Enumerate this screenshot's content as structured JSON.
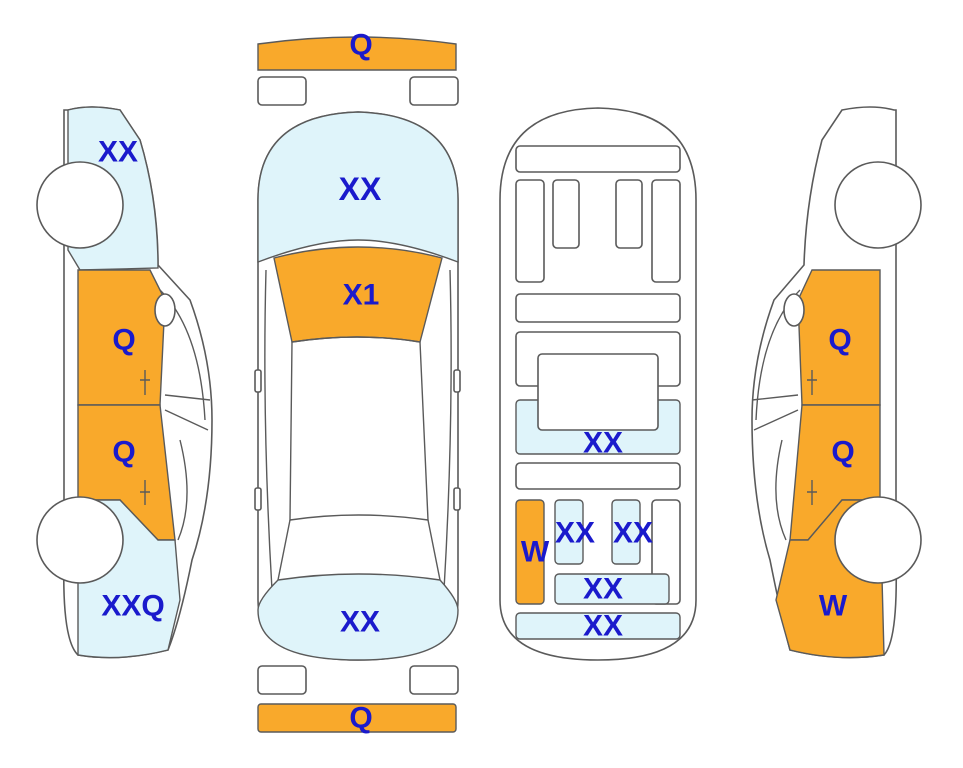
{
  "colors": {
    "damage_major": "#f9a92b",
    "damage_minor": "#dff4fa",
    "label": "#1a1acc",
    "outline": "#5a5a5a"
  },
  "labels": {
    "left_side": {
      "rear_upper": "XX",
      "rear_door": "Q",
      "front_door": "Q",
      "front_lower": "XXQ"
    },
    "top_view": {
      "rear_bumper": "Q",
      "trunk_lid": "XX",
      "rear_window": "X1",
      "hood": "XX",
      "front_bumper": "Q"
    },
    "underbody": {
      "center_panel": "XX",
      "left_rail": "W",
      "small_left": "XX",
      "small_right": "XX",
      "lower_mid": "XX",
      "front_strip": "XX"
    },
    "right_side": {
      "rear_door": "Q",
      "front_door": "Q",
      "front_lower": "W"
    }
  }
}
